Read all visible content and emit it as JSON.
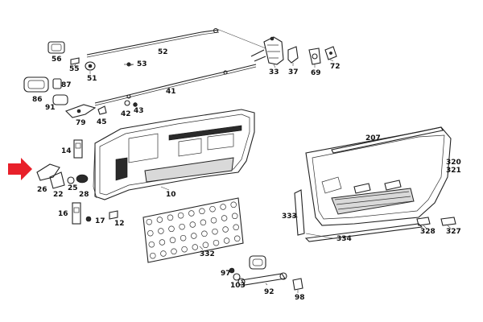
{
  "diagram": {
    "accent_color": "#e8202a",
    "labels": {
      "p56": "56",
      "p55": "55",
      "p51": "51",
      "p53": "53",
      "p52": "52",
      "p33": "33",
      "p37": "37",
      "p69": "69",
      "p72": "72",
      "p86": "86",
      "p87": "87",
      "p91": "91",
      "p41": "41",
      "p79": "79",
      "p45": "45",
      "p42": "42",
      "p43": "43",
      "p14": "14",
      "p26": "26",
      "p22": "22",
      "p25": "25",
      "p28": "28",
      "p16": "16",
      "p17": "17",
      "p12": "12",
      "p10": "10",
      "p207": "207",
      "p320": "320",
      "p321": "321",
      "p333": "333",
      "p334": "334",
      "p328": "328",
      "p327": "327",
      "p332": "332",
      "p97": "97",
      "p103": "103",
      "p92": "92",
      "p98": "98"
    }
  }
}
